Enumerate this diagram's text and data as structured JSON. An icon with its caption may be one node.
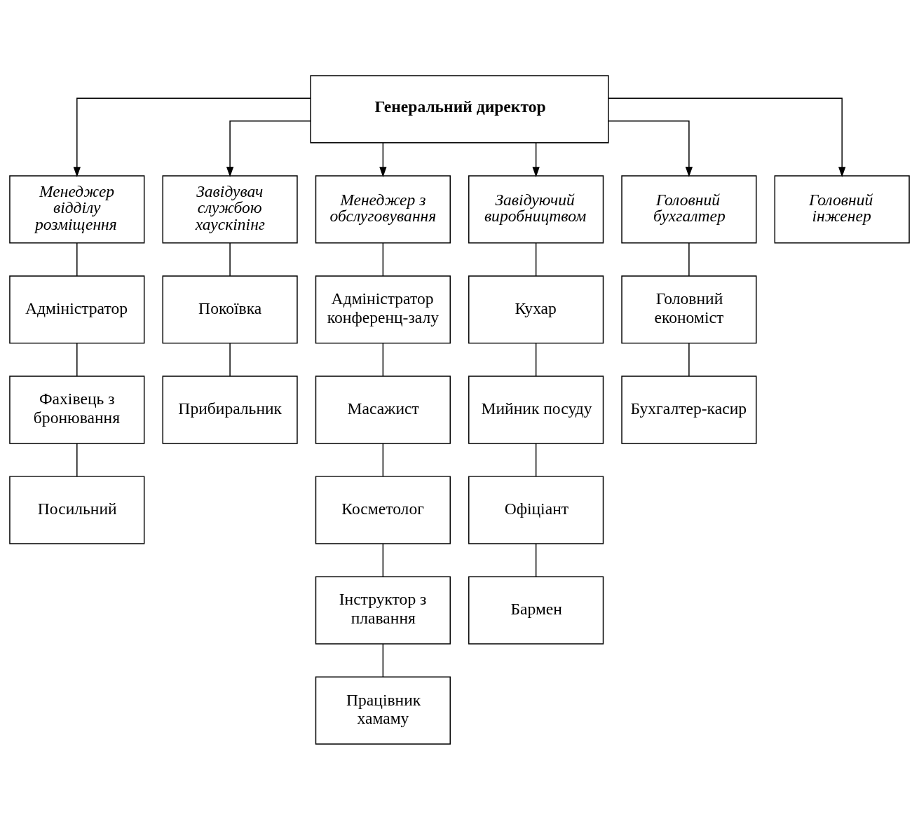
{
  "diagram": {
    "nodes": [
      {
        "text": [
          "Генеральний директор"
        ]
      },
      {
        "text": [
          "Менеджер відділу розміщення"
        ]
      },
      {
        "text": [
          "Завідувач службою хаускіпінг"
        ]
      },
      {
        "text": [
          "Менеджер з обслуговування"
        ]
      },
      {
        "text": [
          "Завідуючий виробництвом"
        ]
      },
      {
        "text": [
          "Головний бухгалтер"
        ]
      },
      {
        "text": [
          "Головний інженер"
        ]
      },
      {
        "text": [
          "Адміністратор"
        ]
      },
      {
        "text": [
          "Фахівець з бронювання"
        ]
      },
      {
        "text": [
          "Посильний"
        ]
      },
      {
        "text": [
          "Покоївка"
        ]
      },
      {
        "text": [
          "Прибиральник"
        ]
      },
      {
        "text": [
          "Адміністратор конференц-залу"
        ]
      },
      {
        "text": [
          "Масажист"
        ]
      },
      {
        "text": [
          "Косметолог"
        ]
      },
      {
        "text": [
          "Інструктор з плавання"
        ]
      },
      {
        "text": [
          "Працівник хамаму"
        ]
      },
      {
        "text": [
          "Кухар"
        ]
      },
      {
        "text": [
          "Мийник посуду"
        ]
      },
      {
        "text": [
          "Офіціант"
        ]
      },
      {
        "text": [
          "Бармен"
        ]
      },
      {
        "text": [
          "Головний економіст"
        ]
      },
      {
        "text": [
          "Бухгалтер-касир"
        ]
      }
    ],
    "edges": [
      {
        "from": 0,
        "to": 1,
        "arrow": "to"
      },
      {
        "from": 0,
        "to": 2,
        "arrow": "to"
      },
      {
        "from": 0,
        "to": 3,
        "arrow": "to"
      },
      {
        "from": 0,
        "to": 4,
        "arrow": "to"
      },
      {
        "from": 0,
        "to": 5,
        "arrow": "to"
      },
      {
        "from": 0,
        "to": 6,
        "arrow": "to"
      },
      {
        "from": 1,
        "to": 7,
        "arrow": "none"
      },
      {
        "from": 7,
        "to": 8,
        "arrow": "none"
      },
      {
        "from": 8,
        "to": 9,
        "arrow": "none"
      },
      {
        "from": 2,
        "to": 10,
        "arrow": "none"
      },
      {
        "from": 10,
        "to": 11,
        "arrow": "none"
      },
      {
        "from": 3,
        "to": 12,
        "arrow": "none"
      },
      {
        "from": 12,
        "to": 13,
        "arrow": "none"
      },
      {
        "from": 13,
        "to": 14,
        "arrow": "none"
      },
      {
        "from": 14,
        "to": 15,
        "arrow": "none"
      },
      {
        "from": 15,
        "to": 16,
        "arrow": "none"
      },
      {
        "from": 4,
        "to": 17,
        "arrow": "none"
      },
      {
        "from": 17,
        "to": 18,
        "arrow": "none"
      },
      {
        "from": 18,
        "to": 19,
        "arrow": "none"
      },
      {
        "from": 19,
        "to": 20,
        "arrow": "none"
      },
      {
        "from": 5,
        "to": 21,
        "arrow": "none"
      },
      {
        "from": 21,
        "to": 22,
        "arrow": "none"
      }
    ]
  }
}
